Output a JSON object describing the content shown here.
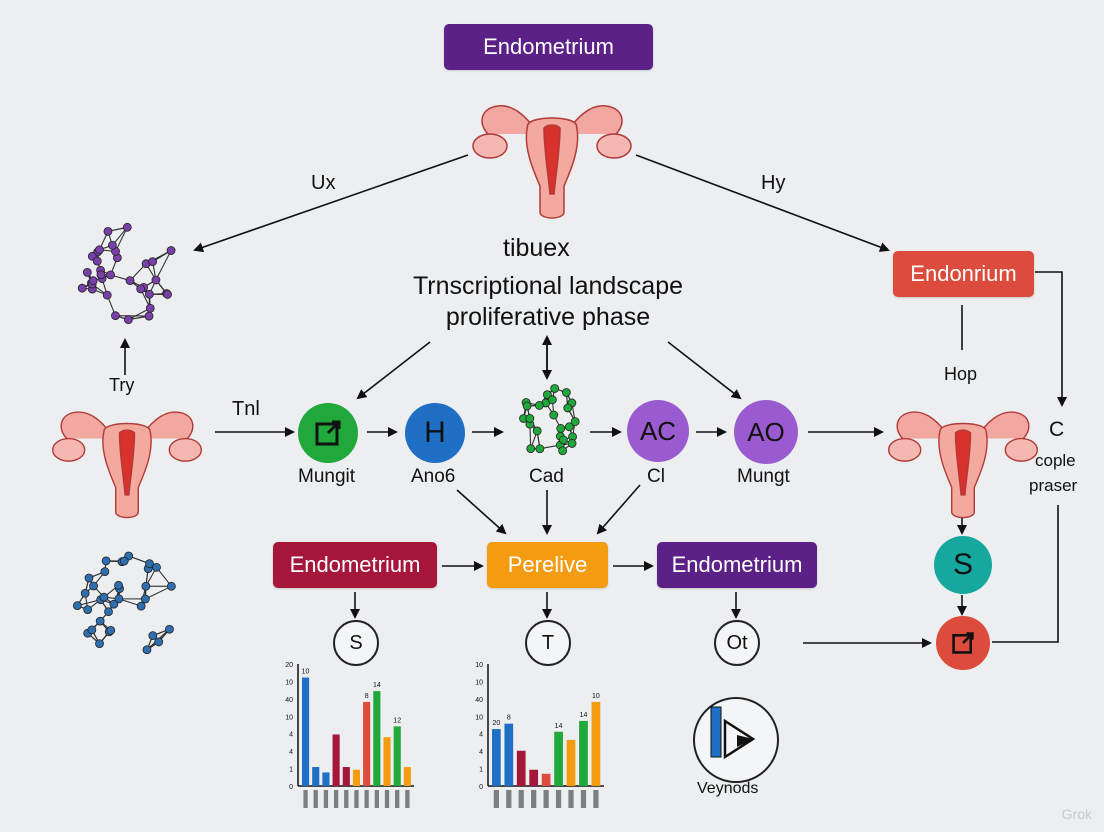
{
  "colors": {
    "purple": "#5c2187",
    "red_box": "#dc4b3c",
    "crimson": "#a5163a",
    "orange": "#f39c12",
    "green": "#21a83a",
    "blue": "#1f6fc4",
    "violet": "#9b5bd0",
    "teal": "#16a89e",
    "uterus": "#e2564e"
  },
  "top_box": "Endometrium",
  "center_title": {
    "line0": "tibuex",
    "line1": "Trnscriptional landscape",
    "line2": "proliferative phase"
  },
  "edge_labels": {
    "ux": "Ux",
    "hy": "Hy",
    "try": "Try",
    "tnl": "Tnl",
    "hop": "Hop",
    "c": "C",
    "cople": "cople",
    "praser": "praser"
  },
  "right_box": "Endonrium",
  "row_nodes": [
    {
      "symbol": "",
      "label": "Mungit"
    },
    {
      "symbol": "H",
      "label": "Ano6"
    },
    {
      "symbol": "",
      "label": "Cad"
    },
    {
      "symbol": "AC",
      "label": "Cl"
    },
    {
      "symbol": "AO",
      "label": "Mungt"
    }
  ],
  "bottom_boxes": [
    {
      "label": "Endometrium"
    },
    {
      "label": "Perelive"
    },
    {
      "label": "Endometrium"
    }
  ],
  "small_circles": [
    "S",
    "T",
    "Ot"
  ],
  "right_circle": "S",
  "bottom_icon_label": "Veynods",
  "watermark": "Grok",
  "chart_data": [
    {
      "type": "bar",
      "y_ticks": [
        "20",
        "10",
        "40",
        "10",
        "4",
        "4",
        "1",
        "0"
      ],
      "values": [
        80,
        14,
        10,
        38,
        14,
        12,
        62,
        70,
        36,
        44,
        14
      ],
      "value_labels": [
        "10",
        "8",
        "14",
        "12"
      ],
      "colors": [
        "#1f6fc4",
        "#1f6fc4",
        "#1f6fc4",
        "#a5163a",
        "#a5163a",
        "#f39c12",
        "#dc4b3c",
        "#21a83a",
        "#f39c12",
        "#21a83a",
        "#f39c12"
      ]
    },
    {
      "type": "bar",
      "y_ticks": [
        "10",
        "10",
        "40",
        "10",
        "4",
        "4",
        "1",
        "0"
      ],
      "values": [
        42,
        46,
        26,
        12,
        9,
        40,
        34,
        48,
        62
      ],
      "value_labels": [
        "20",
        "8",
        "14",
        "14",
        "10"
      ],
      "colors": [
        "#1f6fc4",
        "#1f6fc4",
        "#a5163a",
        "#a5163a",
        "#dc4b3c",
        "#21a83a",
        "#f39c12",
        "#21a83a",
        "#f39c12"
      ]
    }
  ]
}
